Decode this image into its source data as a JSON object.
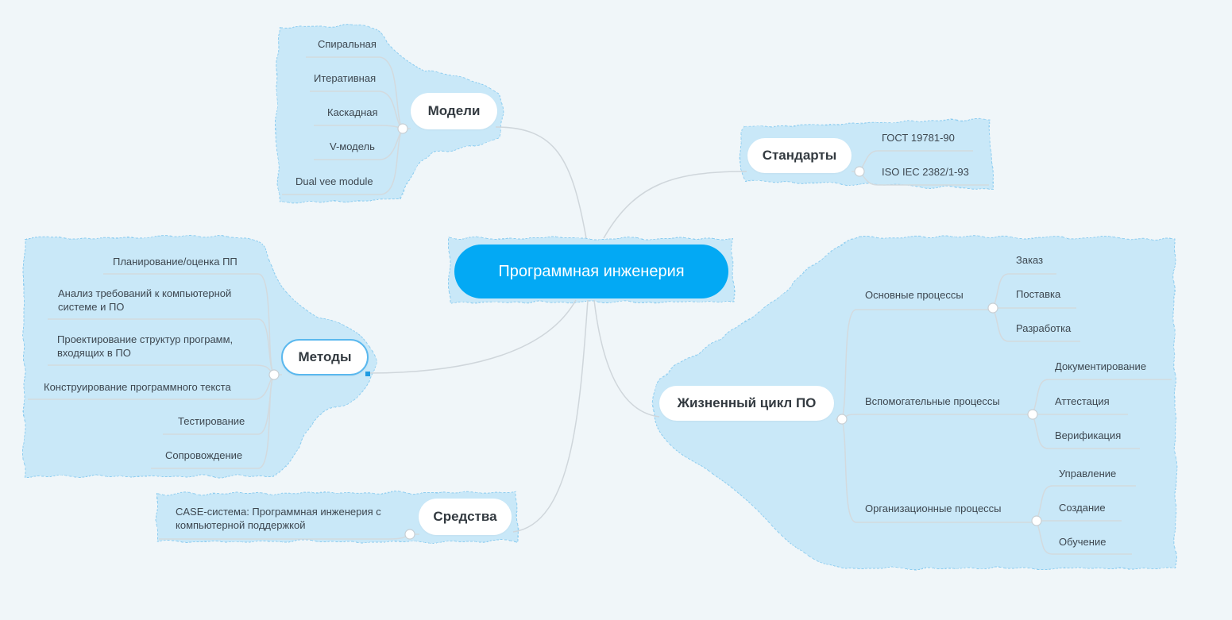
{
  "central": {
    "label": "Программная инженерия"
  },
  "models": {
    "label": "Модели",
    "items": [
      "Спиральная",
      "Итеративная",
      "Каскадная",
      "V-модель",
      "Dual vee module"
    ]
  },
  "standards": {
    "label": "Стандарты",
    "items": [
      "ГОСТ 19781-90",
      "ISO IEC 2382/1-93"
    ]
  },
  "methods": {
    "label": "Методы",
    "items": [
      "Планирование/оценка ПП",
      "Анализ требований к компьютерной системе и ПО",
      "Проектирование структур программ, входящих в ПО",
      "Конструирование программного текста",
      "Тестирование",
      "Сопровождение"
    ]
  },
  "tools": {
    "label": "Средства",
    "items": [
      "CASE-система: Программная инженерия с компьютерной поддержкой"
    ]
  },
  "lifecycle": {
    "label": "Жизненный цикл ПО",
    "groups": [
      {
        "label": "Основные процессы",
        "items": [
          "Заказ",
          "Поставка",
          "Разработка"
        ]
      },
      {
        "label": "Вспомогательные процессы",
        "items": [
          "Документирование",
          "Аттестация",
          "Верификация"
        ]
      },
      {
        "label": "Организационные процессы",
        "items": [
          "Управление",
          "Создание",
          "Обучение"
        ]
      }
    ]
  },
  "colors": {
    "background": "#f0f6f9",
    "cloud_fill": "#c9e8f8",
    "cloud_border": "#8ecdf0",
    "central_fill": "#03a9f4",
    "connector": "#cfd6db",
    "selection": "#5ab8ee"
  }
}
